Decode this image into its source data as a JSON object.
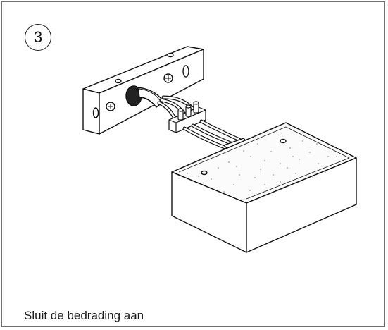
{
  "step": {
    "number": "3"
  },
  "caption": {
    "text": "Sluit de bedrading aan"
  },
  "illustration": {
    "parts": [
      "wall-bracket",
      "cable-sleeve",
      "terminal-block",
      "wires",
      "driver-box"
    ]
  }
}
